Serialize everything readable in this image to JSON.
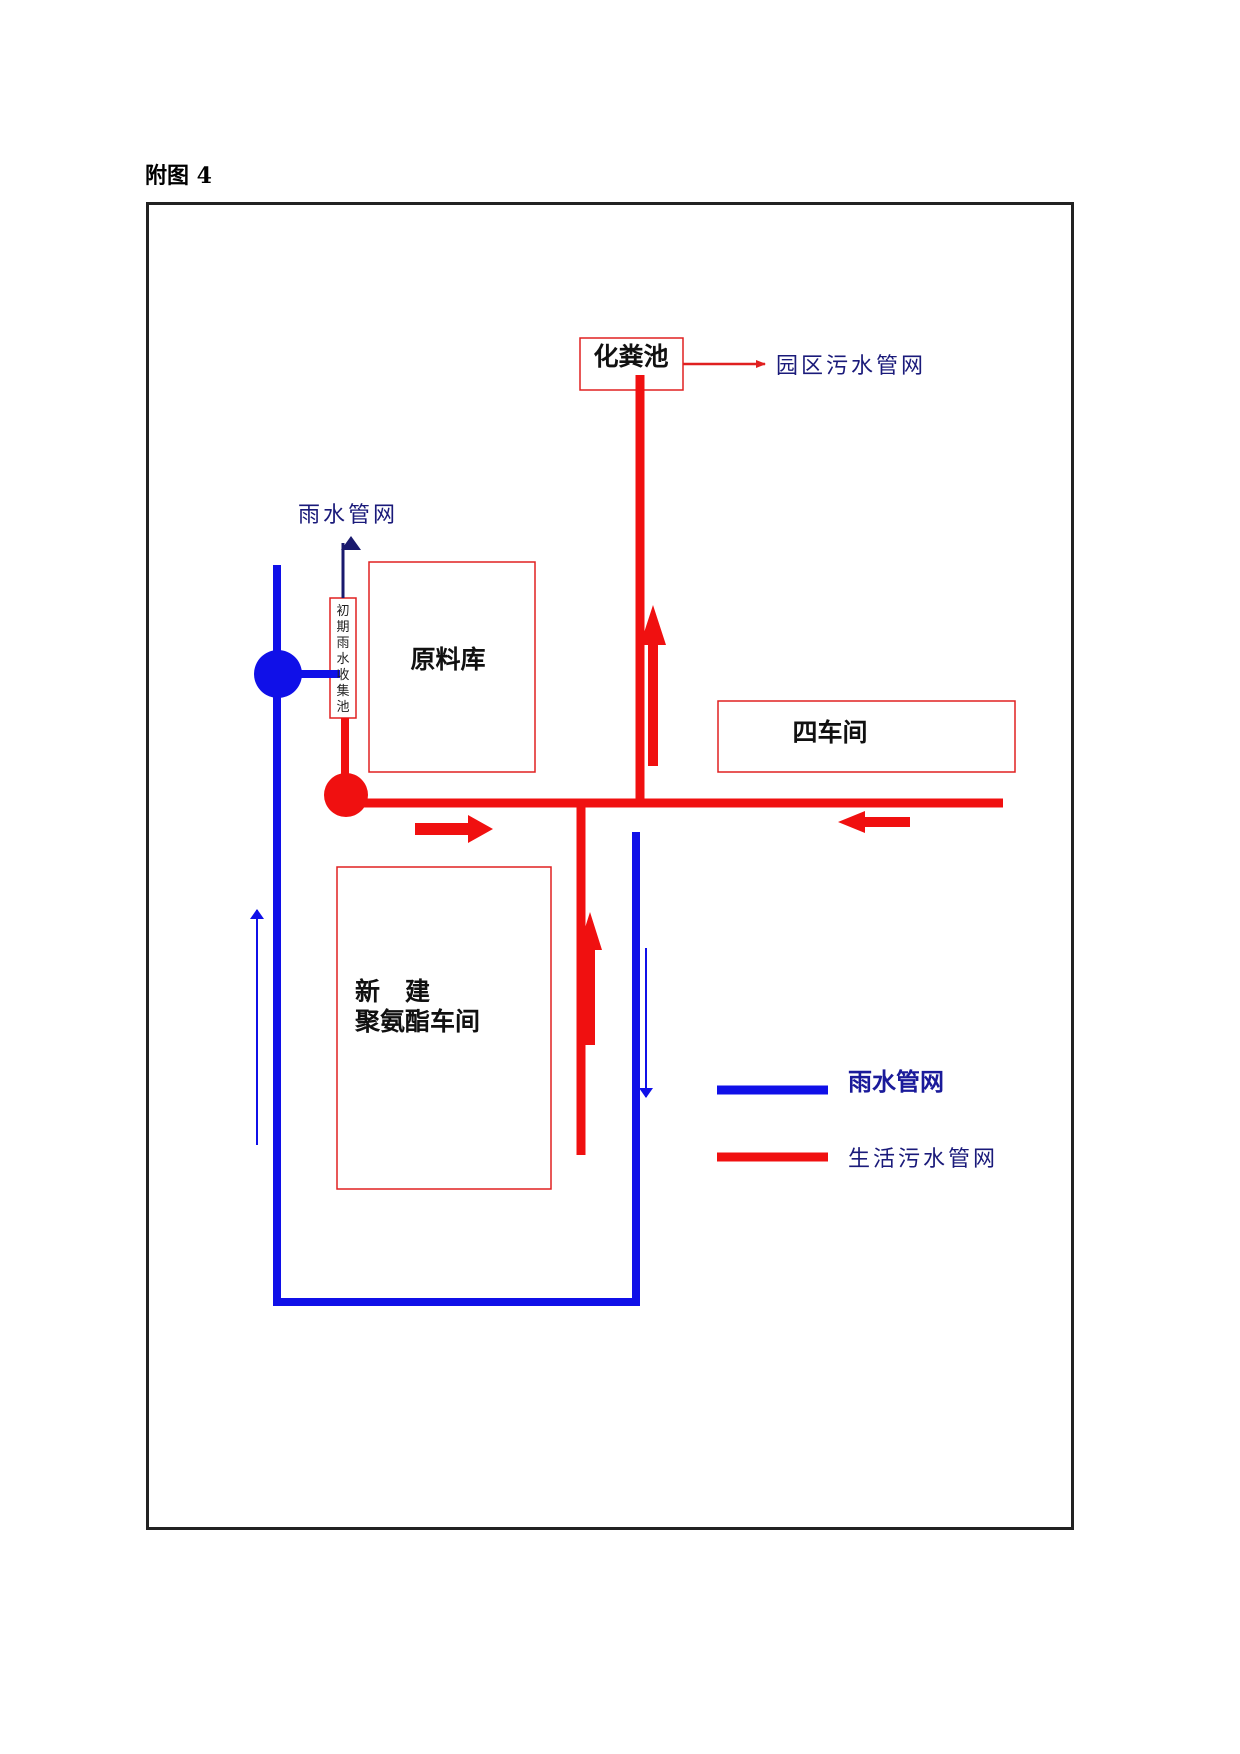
{
  "figure_title": "附图 4",
  "buildings": {
    "septic_tank": "化粪池",
    "raw_material_store": "原料库",
    "workshop_four": "四车间",
    "new_workshop_line1": "新　建",
    "new_workshop_line2": "聚氨酯车间",
    "initial_rain_pool": [
      "初",
      "期",
      "雨",
      "水",
      "收",
      "集",
      "池"
    ]
  },
  "outlets": {
    "park_sewage": "园区污水管网",
    "rainwater_outlet": "雨水管网"
  },
  "legend": {
    "rain_label": "雨水管网",
    "sewage_label": "生活污水管网"
  },
  "colors": {
    "rain": "#1010e8",
    "sewage": "#f01010",
    "box_border": "#e02020",
    "text_blue": "#1a1a7a"
  }
}
